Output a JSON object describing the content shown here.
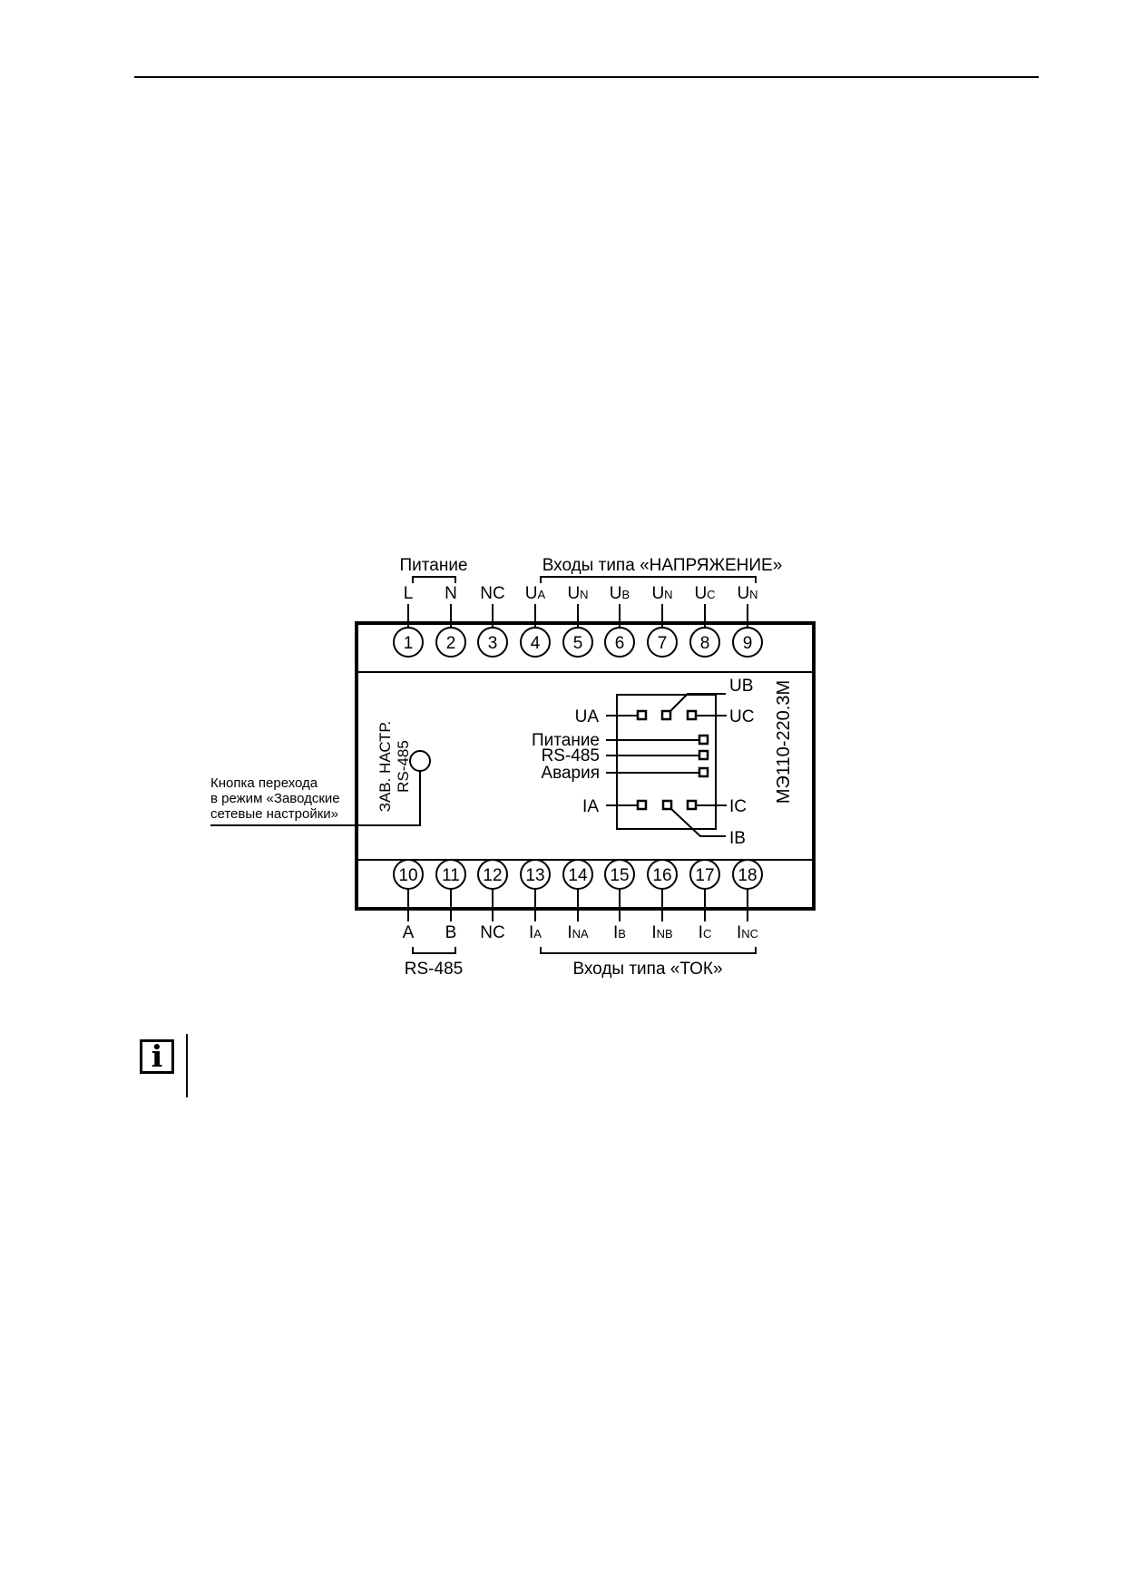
{
  "device": {
    "model": "МЭ110-220.3М"
  },
  "top": {
    "group_power": "Питание",
    "group_voltage": "Входы типа «НАПРЯЖЕНИЕ»",
    "labels": [
      {
        "main": "L",
        "sub": ""
      },
      {
        "main": "N",
        "sub": ""
      },
      {
        "main": "NC",
        "sub": ""
      },
      {
        "main": "U",
        "sub": "A"
      },
      {
        "main": "U",
        "sub": "N"
      },
      {
        "main": "U",
        "sub": "B"
      },
      {
        "main": "U",
        "sub": "N"
      },
      {
        "main": "U",
        "sub": "C"
      },
      {
        "main": "U",
        "sub": "N"
      }
    ],
    "terminals": [
      "1",
      "2",
      "3",
      "4",
      "5",
      "6",
      "7",
      "8",
      "9"
    ]
  },
  "bottom": {
    "group_rs485": "RS-485",
    "group_current": "Входы типа «ТОК»",
    "labels": [
      {
        "main": "A",
        "sub": ""
      },
      {
        "main": "B",
        "sub": ""
      },
      {
        "main": "NC",
        "sub": ""
      },
      {
        "main": "I",
        "sub": "A"
      },
      {
        "main": "I",
        "sub": "NA"
      },
      {
        "main": "I",
        "sub": "B"
      },
      {
        "main": "I",
        "sub": "NB"
      },
      {
        "main": "I",
        "sub": "C"
      },
      {
        "main": "I",
        "sub": "NC"
      }
    ],
    "terminals": [
      "10",
      "11",
      "12",
      "13",
      "14",
      "15",
      "16",
      "17",
      "18"
    ]
  },
  "button": {
    "panel_label_line1": "ЗАВ. НАСТР.",
    "panel_label_line2": "RS-485",
    "callout_line1": "Кнопка перехода",
    "callout_line2": "в режим «Заводские",
    "callout_line3": "сетевые настройки»"
  },
  "indicators": {
    "ua": "UA",
    "ub": "UB",
    "uc": "UC",
    "power": "Питание",
    "rs485": "RS-485",
    "alarm": "Авария",
    "ia": "IA",
    "ib": "IB",
    "ic": "IC"
  },
  "info_icon": {
    "symbol": "i"
  }
}
